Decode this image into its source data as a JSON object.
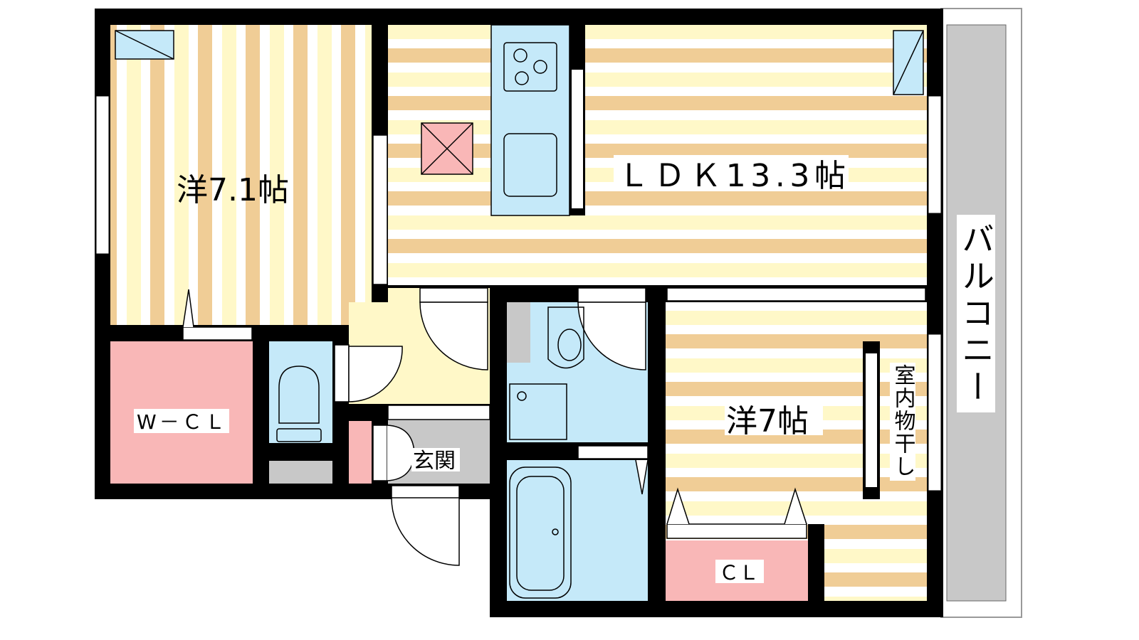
{
  "colors": {
    "wall": "#000000",
    "stripe_dark": "#f0cd96",
    "stripe_light": "#fff8c8",
    "closet": "#f9b7b7",
    "wet": "#c5e9f9",
    "gray": "#c8c8c8",
    "hall": "#fff8c8"
  },
  "rooms": {
    "western_1": {
      "label": "洋7.1帖"
    },
    "ldk": {
      "label": "ＬＤＫ13.3帖"
    },
    "western_2": {
      "label": "洋7帖"
    },
    "walk_in_closet": {
      "label": "W－ＣＬ"
    },
    "entrance": {
      "label": "玄関"
    },
    "closet": {
      "label": "ＣＬ"
    },
    "balcony": {
      "label": "バルコニー"
    },
    "indoor_drying": {
      "label": "室内物干し"
    }
  }
}
